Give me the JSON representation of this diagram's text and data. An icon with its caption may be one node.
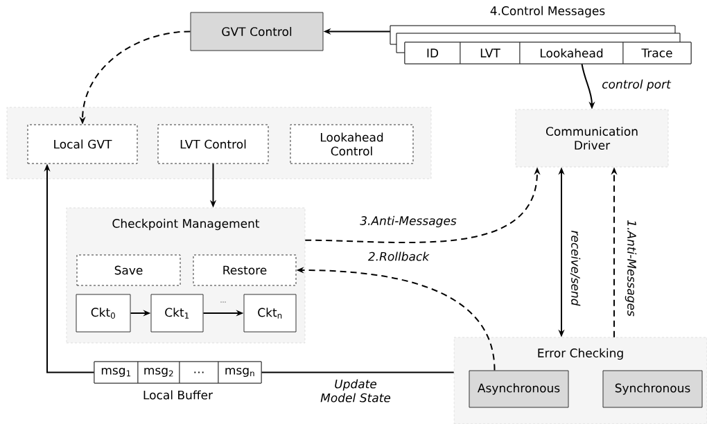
{
  "diagram": {
    "nodes": [
      {
        "text": [
          "GVT Control"
        ]
      },
      {
        "text": [
          "4.Control Messages"
        ]
      },
      {
        "text": [
          "ID"
        ],
        "in": 1
      },
      {
        "text": [
          "LVT"
        ],
        "in": 1
      },
      {
        "text": [
          "Lookahead"
        ],
        "in": 1
      },
      {
        "text": [
          "Trace"
        ],
        "in": 1
      },
      {
        "text": [],
        "shape": "box"
      },
      {
        "text": [
          "Local GVT"
        ],
        "in": 6
      },
      {
        "text": [
          "LVT Control"
        ],
        "in": 6
      },
      {
        "text": [
          "Lookahead Control"
        ],
        "in": 6
      },
      {
        "text": [
          "Communication Driver"
        ]
      },
      {
        "text": [
          "Checkpoint Management"
        ]
      },
      {
        "text": [
          "Save"
        ],
        "in": 11
      },
      {
        "text": [
          "Restore"
        ],
        "in": 11
      },
      {
        "text": [
          "Ckt$_{0}$"
        ],
        "in": 11
      },
      {
        "text": [
          "Ckt$_{1}$"
        ],
        "in": 11
      },
      {
        "text": [
          "Ckt$_{n}$"
        ],
        "in": 11
      },
      {
        "text": [],
        "shape": "box",
        "beside": [
          "Local Buffer"
        ]
      },
      {
        "text": [
          "msg$_{1}$"
        ],
        "in": 17
      },
      {
        "text": [
          "msg$_{2}$"
        ],
        "in": 17
      },
      {
        "text": [
          "…"
        ],
        "in": 17
      },
      {
        "text": [
          "msg$_{n}$"
        ],
        "in": 17
      },
      {
        "text": [
          "Error Checking"
        ]
      },
      {
        "text": [
          "Asynchronous"
        ],
        "in": 22
      },
      {
        "text": [
          "Synchronous"
        ],
        "in": 22
      }
    ],
    "edges": [
      {
        "from": 1,
        "to": 0,
        "arrow": "to"
      },
      {
        "from": 0,
        "to": 7,
        "arrow": "to",
        "style": "dashed"
      },
      {
        "from": 4,
        "to": 10,
        "arrow": "to",
        "label": "control port"
      },
      {
        "from": 8,
        "to": 11,
        "arrow": "to"
      },
      {
        "from": 11,
        "to": 10,
        "arrow": "to",
        "style": "dashed",
        "label": "3.Anti-Messages"
      },
      {
        "from": 23,
        "to": 13,
        "arrow": "to",
        "style": "dashed",
        "label": "2.Rollback"
      },
      {
        "from": 10,
        "to": 22,
        "arrow": "both",
        "label": "receive/send"
      },
      {
        "from": 22,
        "to": 10,
        "arrow": "to",
        "style": "dashed",
        "label": "1.Anti-Messages"
      },
      {
        "from": 14,
        "to": 15,
        "arrow": "to"
      },
      {
        "from": 15,
        "to": 16,
        "arrow": "to",
        "label": "…"
      },
      {
        "from": 22,
        "to": 17,
        "arrow": "none",
        "label": "Update Model State"
      },
      {
        "from": 17,
        "to": 7,
        "arrow": "to"
      }
    ]
  }
}
